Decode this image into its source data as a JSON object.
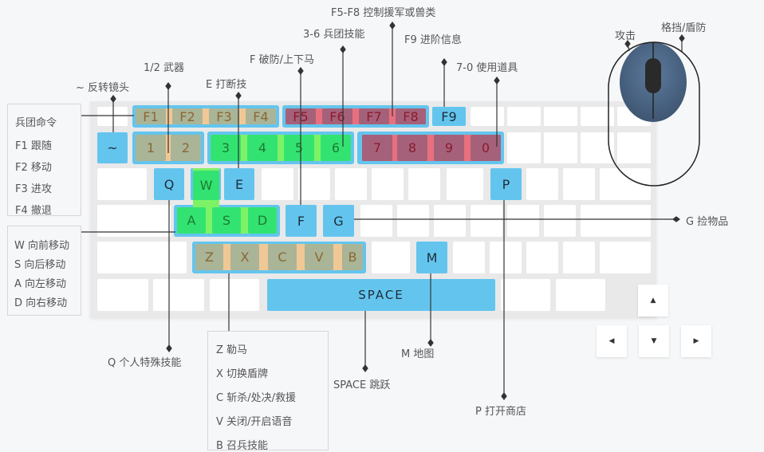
{
  "keys": {
    "tilde": "~",
    "f1": "F1",
    "f2": "F2",
    "f3": "F3",
    "f4": "F4",
    "f5": "F5",
    "f6": "F6",
    "f7": "F7",
    "f8": "F8",
    "f9": "F9",
    "n1": "1",
    "n2": "2",
    "n3": "3",
    "n4": "4",
    "n5": "5",
    "n6": "6",
    "n7": "7",
    "n8": "8",
    "n9": "9",
    "n0": "0",
    "q": "Q",
    "w": "W",
    "e": "E",
    "p": "P",
    "a": "A",
    "s": "S",
    "d": "D",
    "f": "F",
    "g": "G",
    "z": "Z",
    "x": "X",
    "c": "C",
    "v": "V",
    "b": "B",
    "m": "M",
    "space": "SPACE"
  },
  "arrows": {
    "up": "▲",
    "left": "◀",
    "down": "▼",
    "right": "▶"
  },
  "labels": {
    "f5_f8": "F5-F8 控制援军或兽类",
    "n3_6": "3-6 兵团技能",
    "f9": "F9 进阶信息",
    "f": "F  破防/上下马",
    "n7_0": "7-0 使用道具",
    "n1_2": "1/2 武器",
    "e": "E  打断技",
    "tilde": "~ 反转镜头",
    "g": "G   捡物品",
    "q": "Q 个人特殊技能",
    "space": "SPACE 跳跃",
    "m": "M 地图",
    "p": "P 打开商店",
    "mouse_left": "攻击",
    "mouse_right": "格挡/盾防"
  },
  "legion_box": {
    "title": "兵团命令",
    "items": [
      "F1 跟随",
      "F2 移动",
      "F3 进攻",
      "F4 撤退"
    ]
  },
  "move_box": {
    "items": [
      "W 向前移动",
      "S  向后移动",
      "A  向左移动",
      "D  向右移动"
    ]
  },
  "zb_box": {
    "items": [
      "Z  勒马",
      "X  切换盾牌",
      "C  斩杀/处决/救援",
      "V  关闭/开启语音",
      "B  召兵技能"
    ]
  },
  "colors": {
    "highlight_blue": "#63c5ee",
    "tan_group": "#aab496",
    "green_group": "#33e371",
    "red_group": "#a5617a",
    "mouse": "#4a6482"
  }
}
